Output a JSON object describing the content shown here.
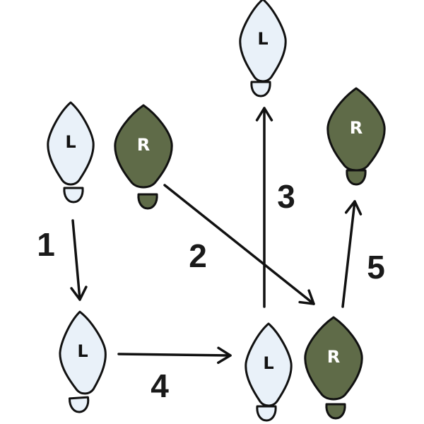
{
  "colors": {
    "left_foot": "#e9f1f9",
    "right_foot": "#5f6b48",
    "left_letter": "#111111",
    "right_letter": "#ffffff",
    "outline": "#111111"
  },
  "footprints": [
    {
      "id": "L-start",
      "side": "left",
      "letter": "L"
    },
    {
      "id": "R-start",
      "side": "right",
      "letter": "R"
    },
    {
      "id": "L-step3",
      "side": "left",
      "letter": "L"
    },
    {
      "id": "R-step5",
      "side": "right",
      "letter": "R"
    },
    {
      "id": "L-step1",
      "side": "left",
      "letter": "L"
    },
    {
      "id": "L-step4",
      "side": "left",
      "letter": "L"
    },
    {
      "id": "R-step2",
      "side": "right",
      "letter": "R"
    }
  ],
  "steps": [
    {
      "number": "1",
      "from": "L-start",
      "to": "L-step1"
    },
    {
      "number": "2",
      "from": "R-start",
      "to": "R-step2"
    },
    {
      "number": "3",
      "from": "L-step4",
      "to": "L-step3"
    },
    {
      "number": "4",
      "from": "L-step1",
      "to": "L-step4"
    },
    {
      "number": "5",
      "from": "R-step2",
      "to": "R-step5"
    }
  ]
}
